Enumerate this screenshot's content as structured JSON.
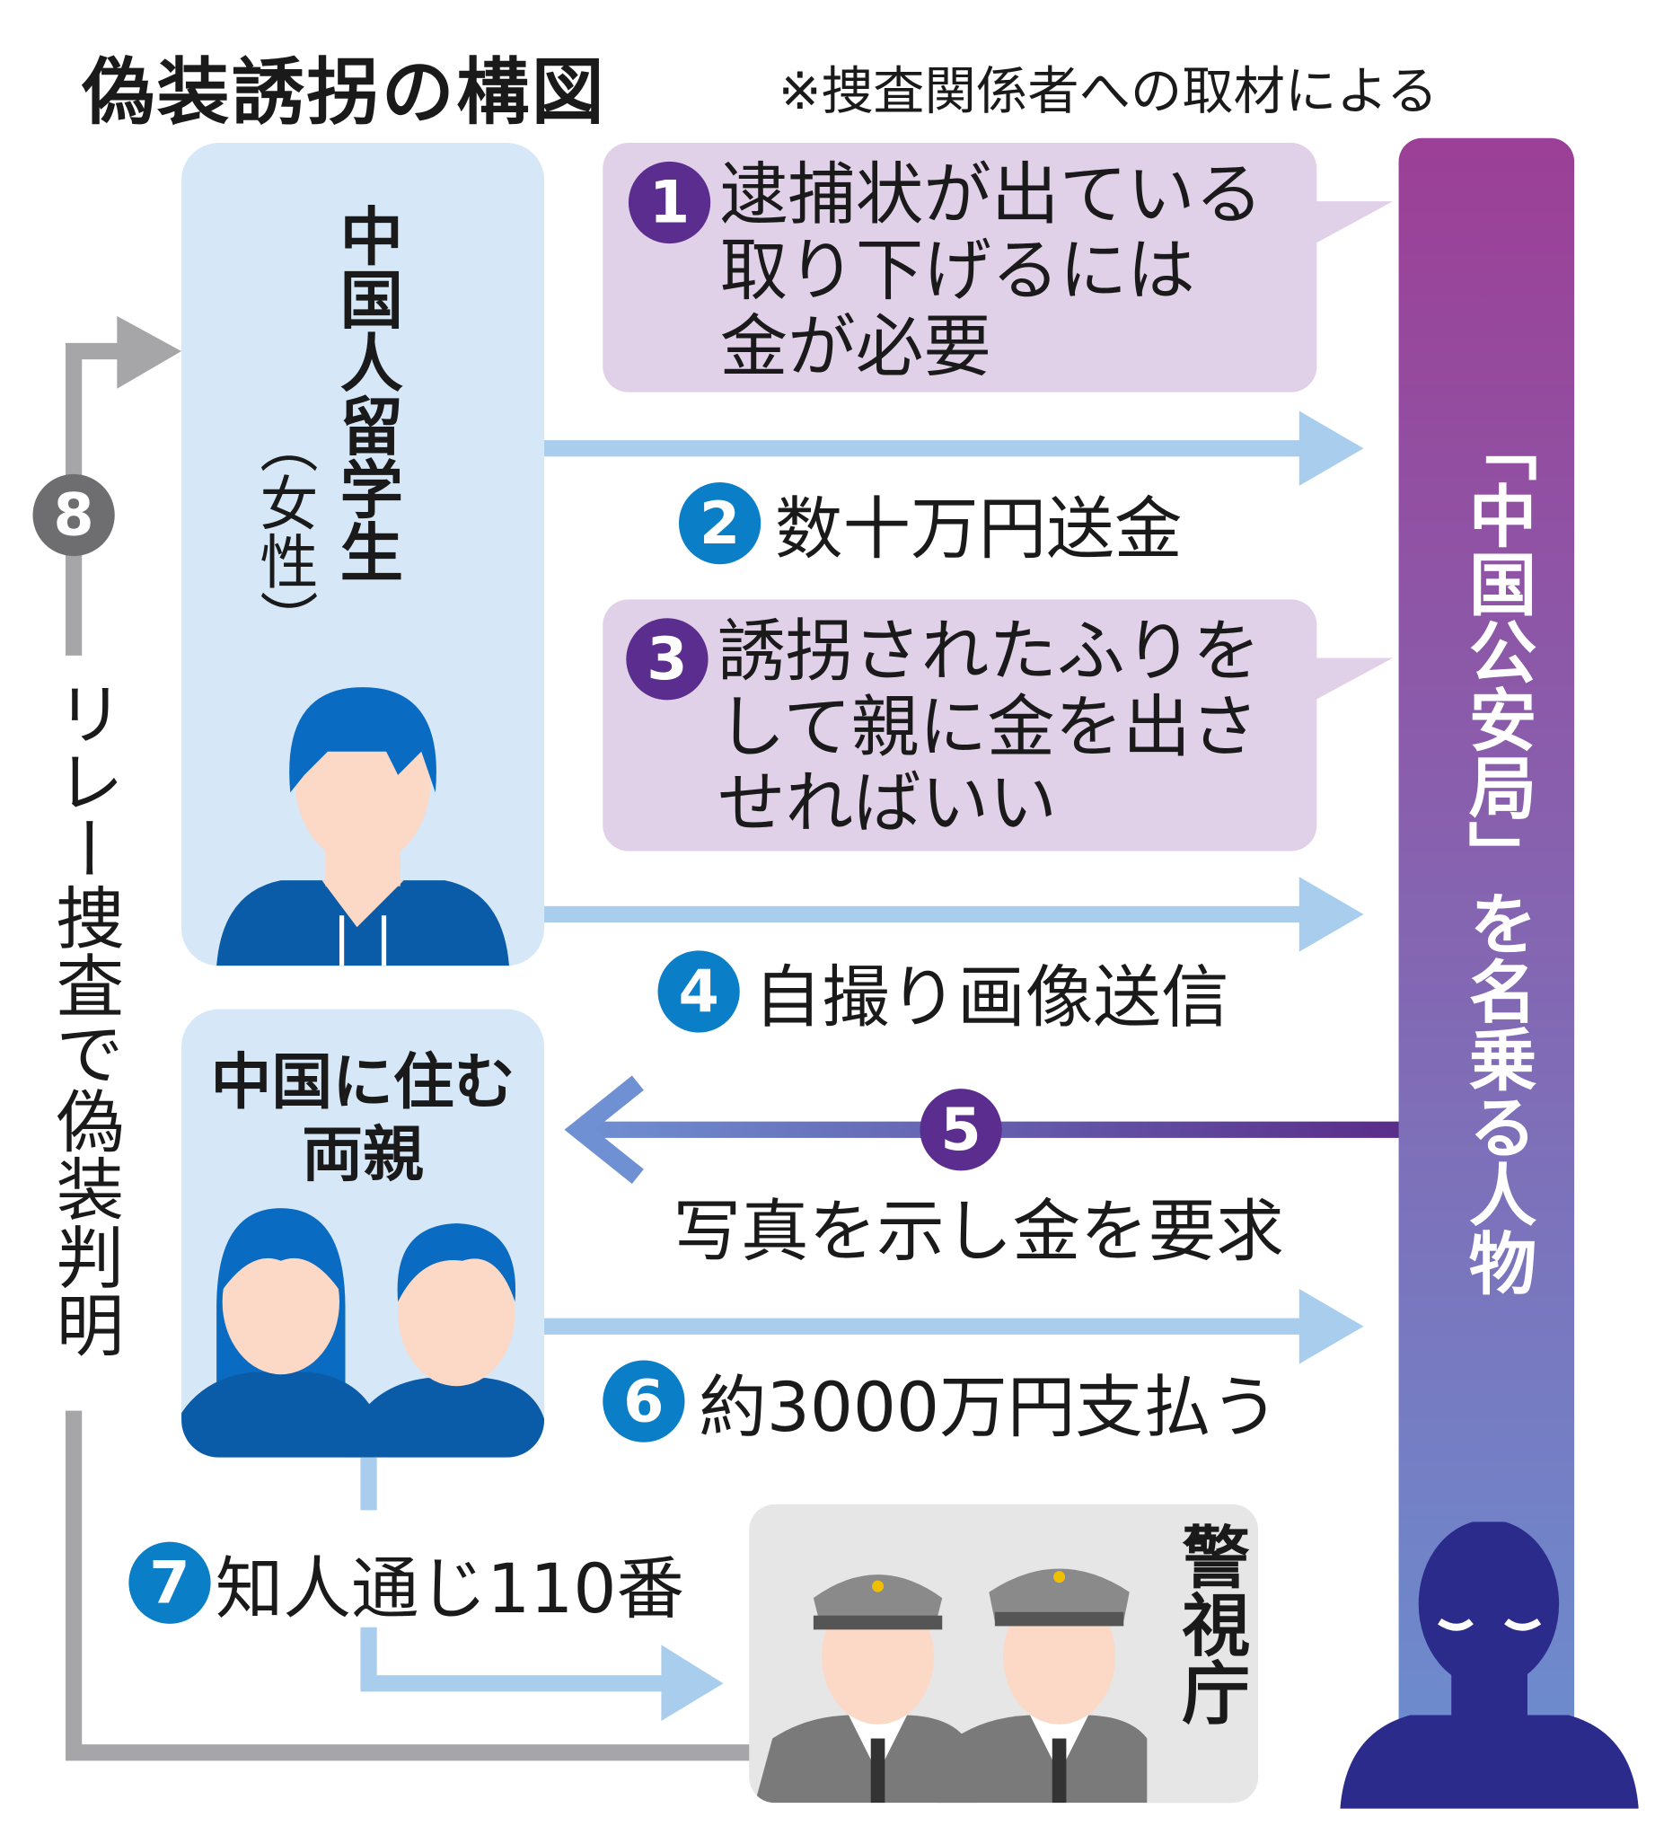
{
  "title": "偽装誘拐の構図",
  "note": "※捜査関係者への取材による",
  "student": {
    "label": "中国人留学生",
    "sub": "（女性）"
  },
  "parents": {
    "label_line1": "中国に住む",
    "label_line2": "両親"
  },
  "police": {
    "label": "警視庁"
  },
  "impostor": {
    "label": "「中国公安局」を名乗る人物"
  },
  "steps": [
    {
      "num": "1",
      "lines": [
        "逮捕状が出ている",
        "取り下げるには",
        "金が必要"
      ]
    },
    {
      "num": "2",
      "text": "数十万円送金"
    },
    {
      "num": "3",
      "lines": [
        "誘拐されたふりを",
        "して親に金を出さ",
        "せればいい"
      ]
    },
    {
      "num": "4",
      "text": "自撮り画像送信"
    },
    {
      "num": "5",
      "text": "写真を示し金を要求"
    },
    {
      "num": "6",
      "text": "約3000万円支払う"
    },
    {
      "num": "7",
      "text": "知人通じ110番"
    },
    {
      "num": "8",
      "text": "リレー捜査で偽装判明"
    }
  ],
  "colors": {
    "purple": "#5b2d8e",
    "blue": "#0a7fc7",
    "gray": "#6e6e70",
    "light_blue": "#a9cdec",
    "box": "#d6e8f7",
    "bubble": "#e0d0e8"
  }
}
